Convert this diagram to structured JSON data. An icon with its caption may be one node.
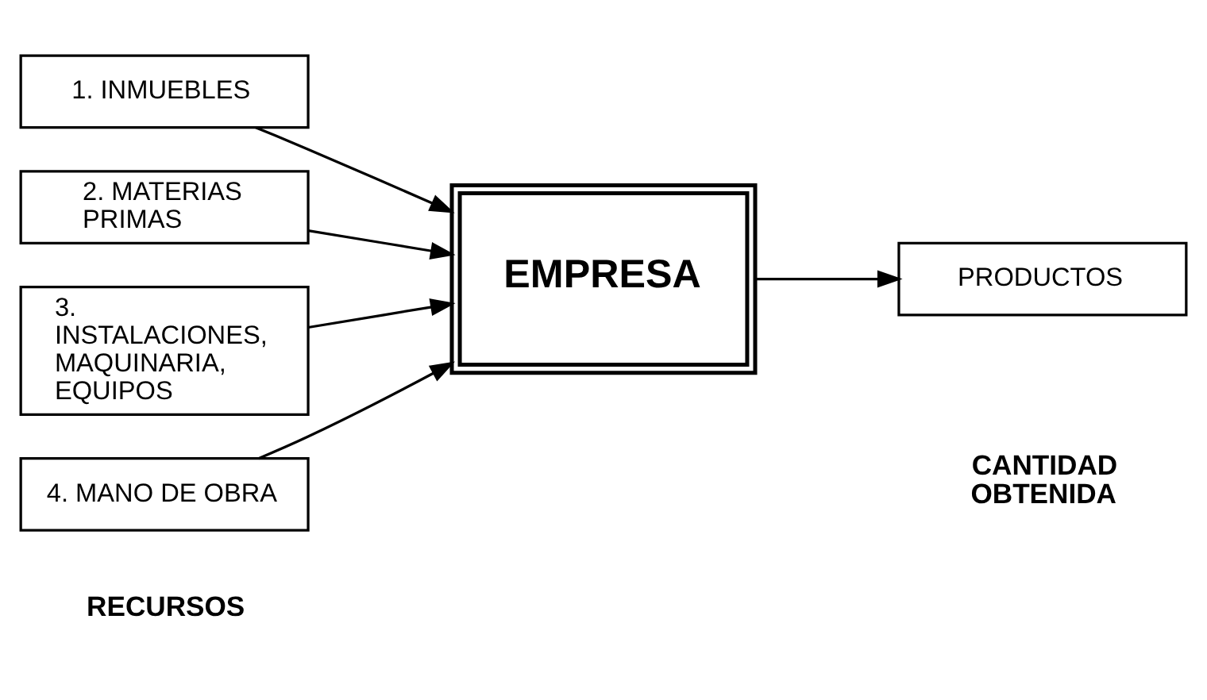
{
  "diagram": {
    "nodes": [
      {
        "text": [
          "1. INMUEBLES"
        ]
      },
      {
        "text": [
          "2. MATERIAS PRIMAS"
        ]
      },
      {
        "text": [
          "3. INSTALACIONES, MAQUINARIA, EQUIPOS"
        ]
      },
      {
        "text": [
          "4. MANO DE OBRA"
        ]
      },
      {
        "text": [
          "EMPRESA"
        ]
      },
      {
        "text": [
          "PRODUCTOS"
        ]
      }
    ],
    "edges": [
      {
        "from": 0,
        "to": 4,
        "arrow": "to"
      },
      {
        "from": 1,
        "to": 4,
        "arrow": "to"
      },
      {
        "from": 2,
        "to": 4,
        "arrow": "to"
      },
      {
        "from": 3,
        "to": 4,
        "arrow": "to"
      },
      {
        "from": 4,
        "to": 5,
        "arrow": "to"
      }
    ],
    "labels": [
      "RECURSOS",
      "CANTIDAD OBTENIDA"
    ]
  }
}
